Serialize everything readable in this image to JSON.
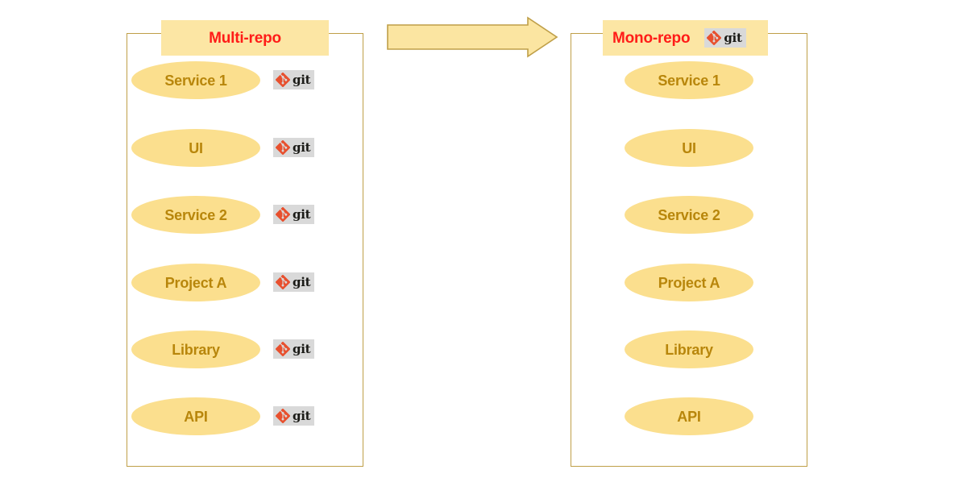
{
  "diagram": {
    "title_left": "Multi-repo",
    "title_right": "Mono-repo",
    "arrow_icon": "right-block-arrow-icon",
    "git_icon": "git-logo-icon",
    "git_word": "git",
    "colors": {
      "panel_border": "#BF9F48",
      "header_fill": "#FCE6A4",
      "header_text": "#FF1C18",
      "ellipse_fill": "#FBDF8E",
      "ellipse_text": "#B8860B",
      "arrow_fill": "#FBE5A1",
      "arrow_border": "#BF9F48",
      "git_badge_bg": "#D9D9D9",
      "git_mark": "#E8502E",
      "git_word": "#1A1A16",
      "background": "#FFFFFF"
    }
  },
  "multi_repo": {
    "header": "Multi-repo",
    "nodes": [
      {
        "label": "Service 1",
        "git": "git"
      },
      {
        "label": "UI",
        "git": "git"
      },
      {
        "label": "Service 2",
        "git": "git"
      },
      {
        "label": "Project A",
        "git": "git"
      },
      {
        "label": "Library",
        "git": "git"
      },
      {
        "label": "API",
        "git": "git"
      }
    ]
  },
  "mono_repo": {
    "header": "Mono-repo",
    "header_git": "git",
    "nodes": [
      {
        "label": "Service 1"
      },
      {
        "label": "UI"
      },
      {
        "label": "Service 2"
      },
      {
        "label": "Project A"
      },
      {
        "label": "Library"
      },
      {
        "label": "API"
      }
    ]
  }
}
